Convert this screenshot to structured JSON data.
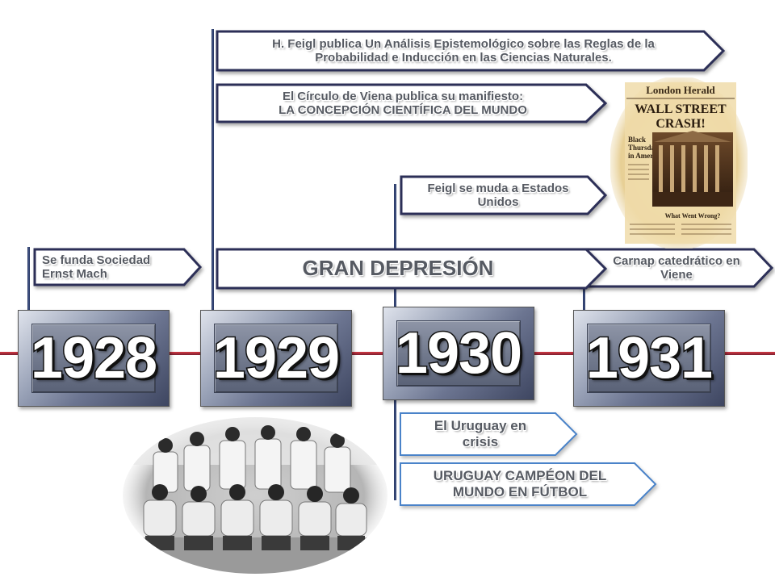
{
  "timeline": {
    "years": [
      {
        "label": "1928"
      },
      {
        "label": "1929"
      },
      {
        "label": "1930"
      },
      {
        "label": "1931"
      }
    ]
  },
  "events": {
    "mach_society": {
      "line1": "Se funda Sociedad",
      "line2": "Ernst Mach"
    },
    "feigl_publication": {
      "line1": "H. Feigl publica Un Análisis Epistemológico sobre las Reglas de la",
      "line2": "Probabilidad e Inducción en las Ciencias Naturales."
    },
    "vienna_manifesto": {
      "line1": "El Círculo de Viena publica su manifiesto:",
      "line2": "LA CONCEPCIÓN CIENTÍFICA DEL MUNDO"
    },
    "great_depression": {
      "text": "GRAN DEPRESIÓN"
    },
    "feigl_moves": {
      "line1": "Feigl se muda a Estados",
      "line2": "Unidos"
    },
    "carnap": {
      "line1": "Carnap  catedrático en",
      "line2": "Viene"
    },
    "uruguay_crisis": {
      "line1": "El Uruguay en",
      "line2": "crisis"
    },
    "uruguay_champion": {
      "line1": "URUGUAY CAMPÉON DEL",
      "line2": "MUNDO EN FÚTBOL"
    }
  },
  "newspaper": {
    "masthead": "London Herald",
    "headline1": "WALL STREET",
    "headline2": "CRASH!",
    "sub1": "Black",
    "sub2": "Thursday",
    "sub3": "in America",
    "footer": "What Went Wrong?"
  },
  "colors": {
    "axis": "#c0303c",
    "callout_fill": "#ffffff",
    "callout_border": "#2c2f57",
    "callout_border_blue": "#4a83c9",
    "callout_text": "#565a62"
  }
}
